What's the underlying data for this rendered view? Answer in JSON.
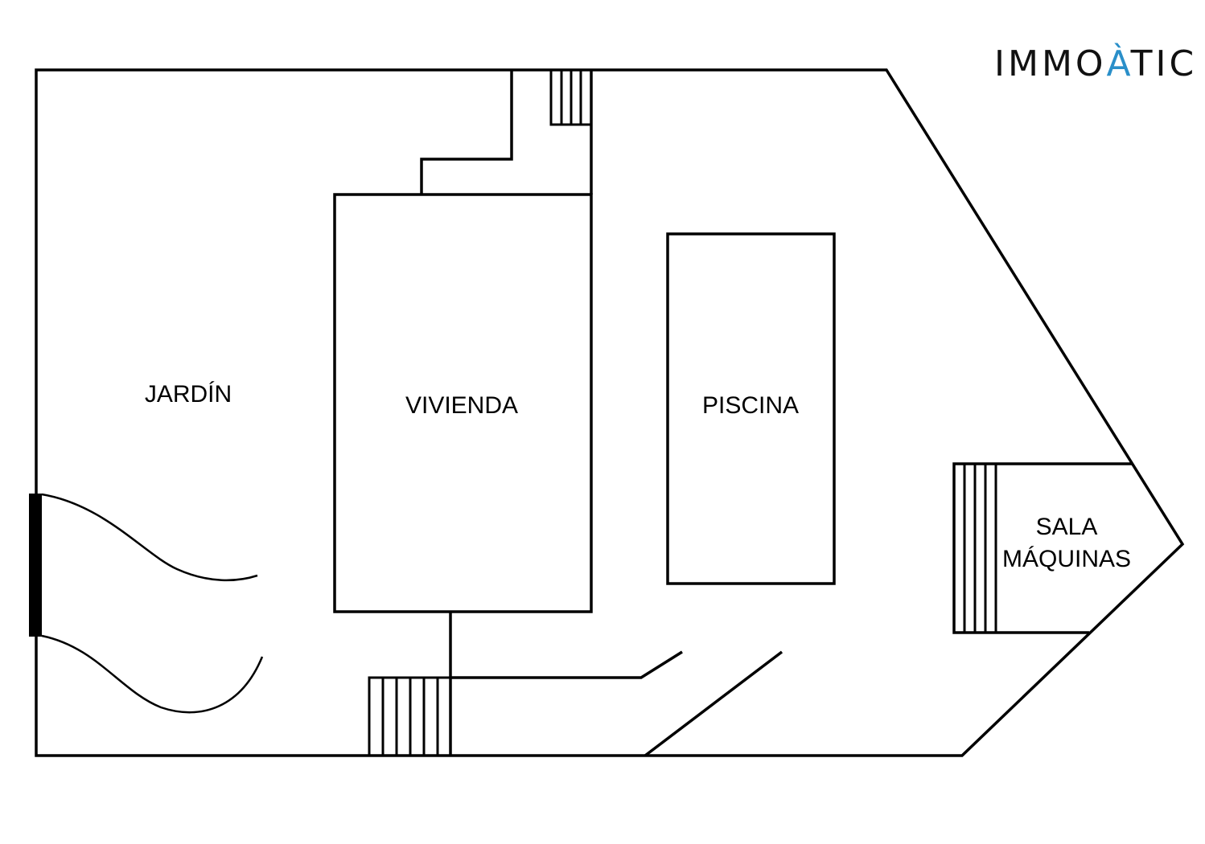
{
  "logo": {
    "prefix": "IMMO",
    "accent_letter": "À",
    "suffix": "TIC",
    "text_color": "#111111",
    "accent_color": "#2a8fc9"
  },
  "rooms": {
    "garden": "JARDÍN",
    "house": "VIVIENDA",
    "pool": "PISCINA",
    "machine_room_line1": "SALA",
    "machine_room_line2": "MÁQUINAS"
  }
}
